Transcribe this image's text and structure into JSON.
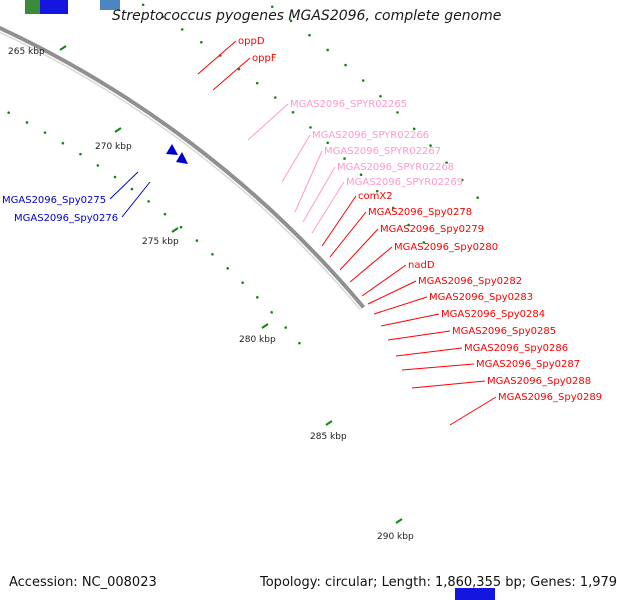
{
  "title": "Streptococcus pyogenes MGAS2096, complete genome",
  "footer": {
    "accession": "Accession: NC_008023",
    "stats": "Topology: circular; Length: 1,860,355 bp; Genes: 1,979"
  },
  "ticks": [
    "265 kbp",
    "270 kbp",
    "275 kbp",
    "280 kbp",
    "285 kbp",
    "290 kbp"
  ],
  "genes_minus": [
    {
      "label": "MGAS2096_Spy0275"
    },
    {
      "label": "MGAS2096_Spy0276"
    }
  ],
  "genes_plus": [
    {
      "label": "oppD"
    },
    {
      "label": "oppF"
    },
    {
      "label": "MGAS2096_SPYR02265"
    },
    {
      "label": "MGAS2096_SPYR02266"
    },
    {
      "label": "MGAS2096_SPYR02267"
    },
    {
      "label": "MGAS2096_SPYR02268"
    },
    {
      "label": "MGAS2096_SPYR02269"
    },
    {
      "label": "comX2"
    },
    {
      "label": "MGAS2096_Spy0278"
    },
    {
      "label": "MGAS2096_Spy0279"
    },
    {
      "label": "MGAS2096_Spy0280"
    },
    {
      "label": "nadD"
    },
    {
      "label": "MGAS2096_Spy0282"
    },
    {
      "label": "MGAS2096_Spy0283"
    },
    {
      "label": "MGAS2096_Spy0284"
    },
    {
      "label": "MGAS2096_Spy0285"
    },
    {
      "label": "MGAS2096_Spy0286"
    },
    {
      "label": "MGAS2096_Spy0287"
    },
    {
      "label": "MGAS2096_Spy0288"
    },
    {
      "label": "MGAS2096_Spy0289"
    }
  ],
  "colors": {
    "gene_red": "#ff0000",
    "trna_pink": "#ff99cc",
    "minus_blue": "#0000cc",
    "feature_gray": "#c8c8c8",
    "feature_dark": "#6a6a6a",
    "feature_blue": "#1515e0",
    "feature_steelblue": "#4a86c0",
    "feature_purple": "#4a3f8a",
    "feature_green": "#33bb33",
    "tick_green": "#118811",
    "backbone_gray": "#909090"
  }
}
